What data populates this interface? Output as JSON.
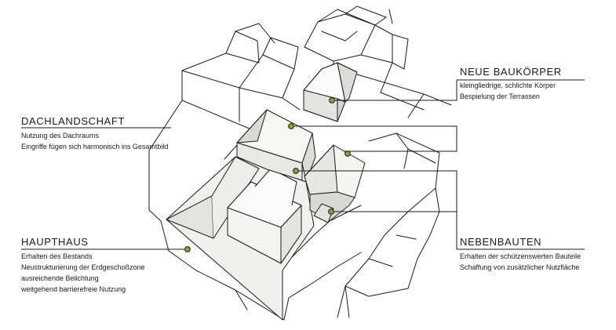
{
  "labels": {
    "dachlandschaft": {
      "title": "DACHLANDSCHAFT",
      "lines": [
        "Nutzung des Dachraums",
        "Eingriffe fügen sich harmonisch ins Gesamtbild"
      ]
    },
    "haupthaus": {
      "title": "HAUPTHAUS",
      "lines": [
        "Erhalten des Bestands",
        "Neustrukturierung der Erdgeschoßzone",
        "ausreichende Belichtung",
        "weitgehend barrierefreie Nutzung"
      ]
    },
    "neue_baukoerper": {
      "title": "NEUE BAUKÖRPER",
      "lines": [
        "kleingliedrige, schlichte Körper",
        "Bespielung der Terrassen"
      ]
    },
    "nebenbauten": {
      "title": "NEBENBAUTEN",
      "lines": [
        "Erhalten der schützenswerten Bauteile",
        "Schaffung von zusätzlicher Nutzfläche"
      ]
    }
  },
  "colors": {
    "line": "#1a1a1a",
    "fill_light": "#f0f0ef",
    "fill_mid": "#e3e3e2",
    "fill_dark": "#d2d2d1",
    "marker": "#9a9a3c"
  }
}
